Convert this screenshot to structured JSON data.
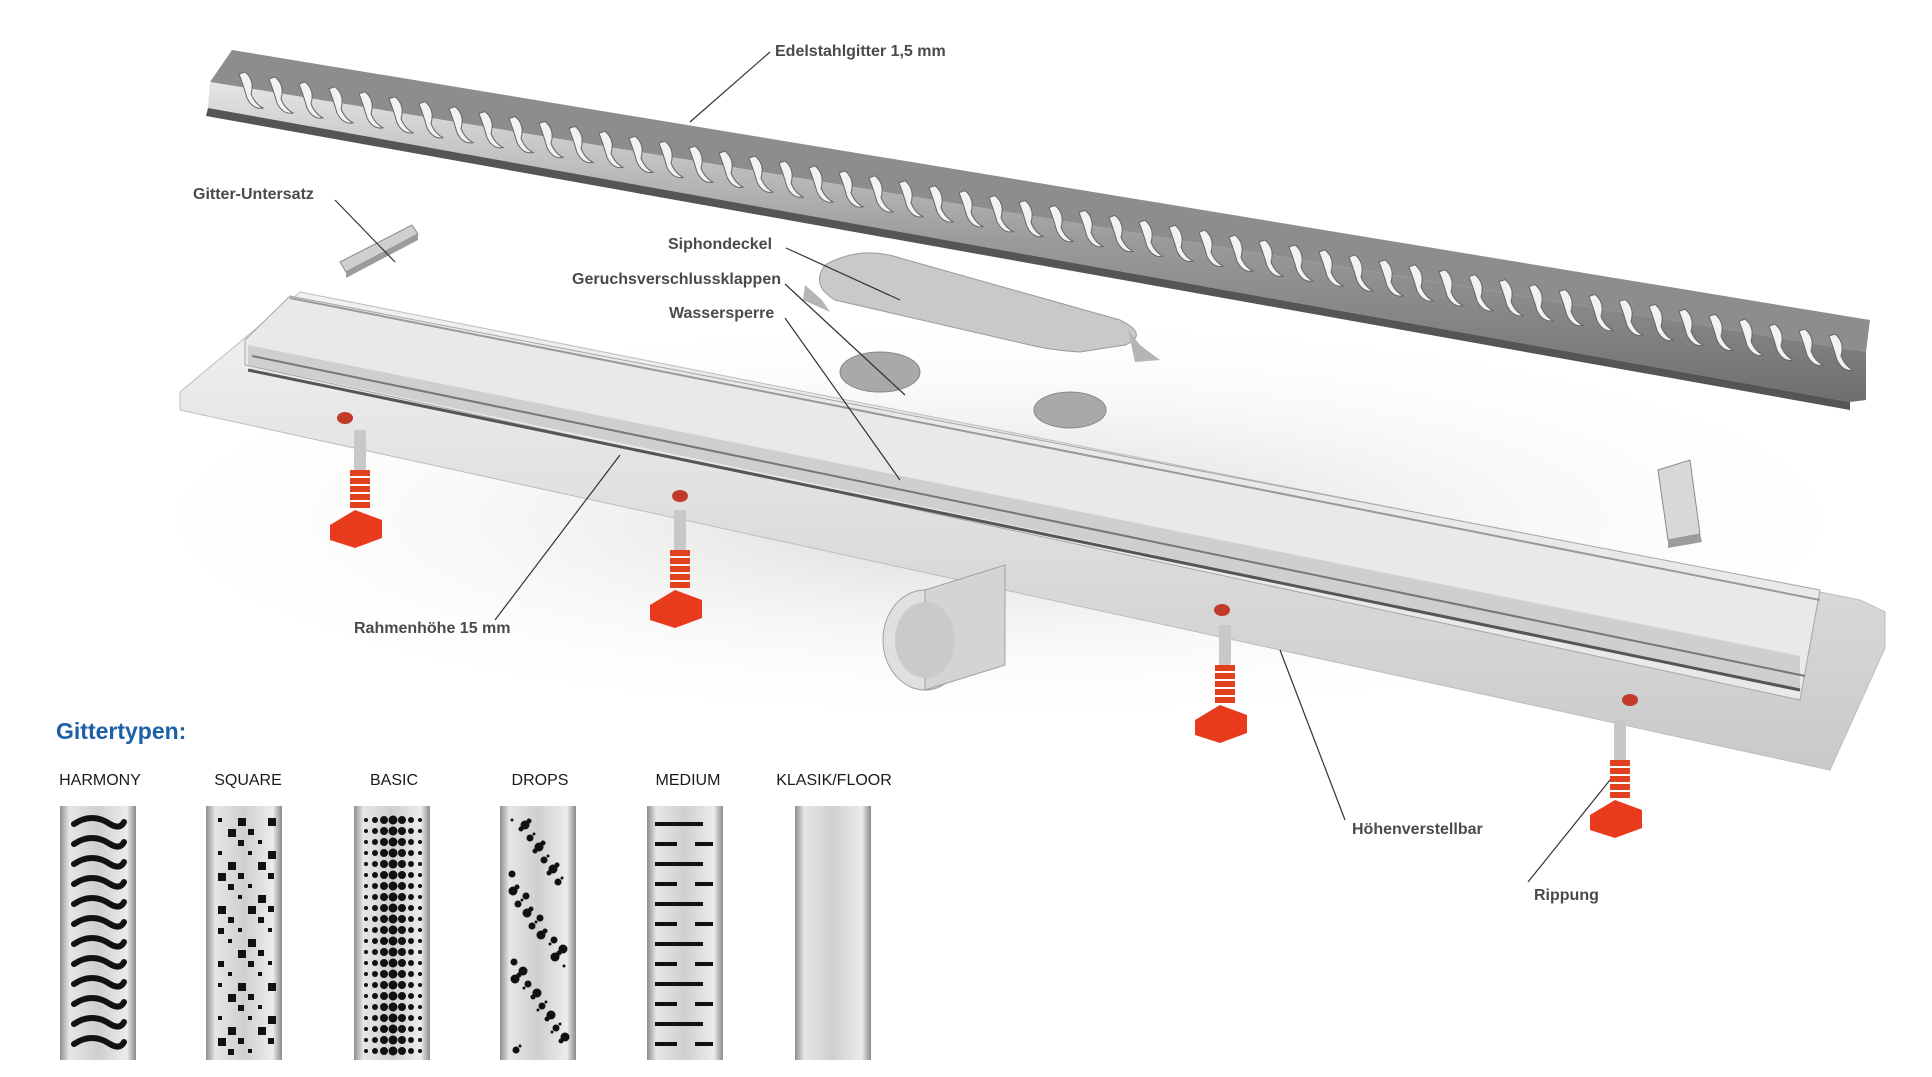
{
  "callouts": {
    "edelstahlgitter": "Edelstahlgitter 1,5 mm",
    "gitter_untersatz": "Gitter-Untersatz",
    "siphondeckel": "Siphondeckel",
    "geruchsverschluss": "Geruchsverschlussklappen",
    "wassersperre": "Wassersperre",
    "rahmenhoehe": "Rahmenhöhe 15 mm",
    "hoehenverstellbar": "Höhenverstellbar",
    "rippung": "Rippung"
  },
  "grate_types": {
    "title": "Gittertypen:",
    "items": [
      {
        "label": "HARMONY",
        "pattern": "waves"
      },
      {
        "label": "SQUARE",
        "pattern": "squares"
      },
      {
        "label": "BASIC",
        "pattern": "dots"
      },
      {
        "label": "DROPS",
        "pattern": "drops"
      },
      {
        "label": "MEDIUM",
        "pattern": "lines"
      },
      {
        "label": "KLASIK/FLOOR",
        "pattern": "plain"
      }
    ]
  },
  "colors": {
    "accent_blue": "#1d5fa8",
    "foot_red": "#e83a1c",
    "steel": "#b7b7b7"
  }
}
